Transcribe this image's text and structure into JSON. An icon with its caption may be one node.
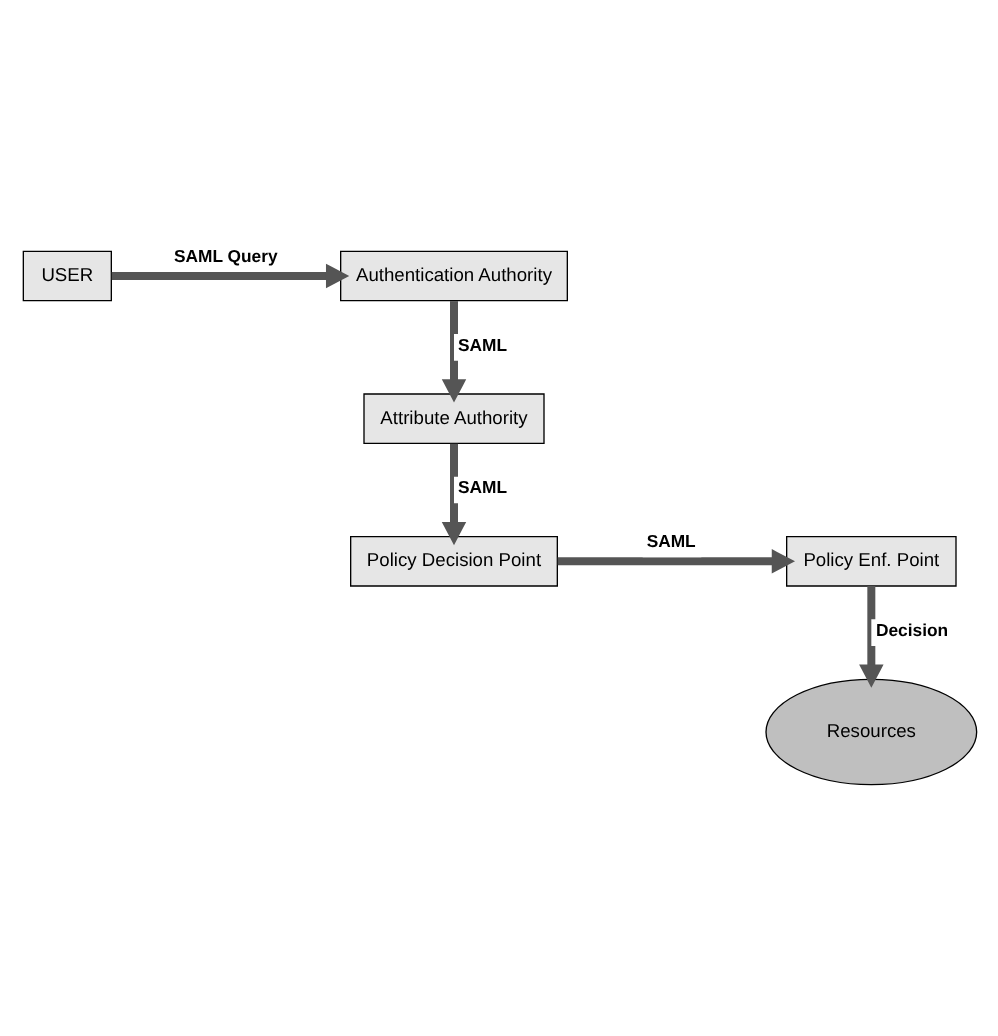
{
  "diagram": {
    "nodes": [
      {
        "text": [
          "USER"
        ]
      },
      {
        "text": [
          "Authentication Authority"
        ]
      },
      {
        "text": [
          "Attribute Authority"
        ]
      },
      {
        "text": [
          "Policy Decision Point"
        ]
      },
      {
        "text": [
          "Policy Enf. Point"
        ]
      },
      {
        "text": [
          "Resources"
        ]
      }
    ],
    "edges": [
      {
        "from": 0,
        "to": 1,
        "arrow": "to",
        "label": "SAML Query"
      },
      {
        "from": 1,
        "to": 2,
        "arrow": "to",
        "label": "SAML"
      },
      {
        "from": 2,
        "to": 3,
        "arrow": "to",
        "label": "SAML"
      },
      {
        "from": 3,
        "to": 4,
        "arrow": "to",
        "label": "SAML"
      },
      {
        "from": 4,
        "to": 5,
        "arrow": "to",
        "label": "Decision"
      }
    ]
  }
}
